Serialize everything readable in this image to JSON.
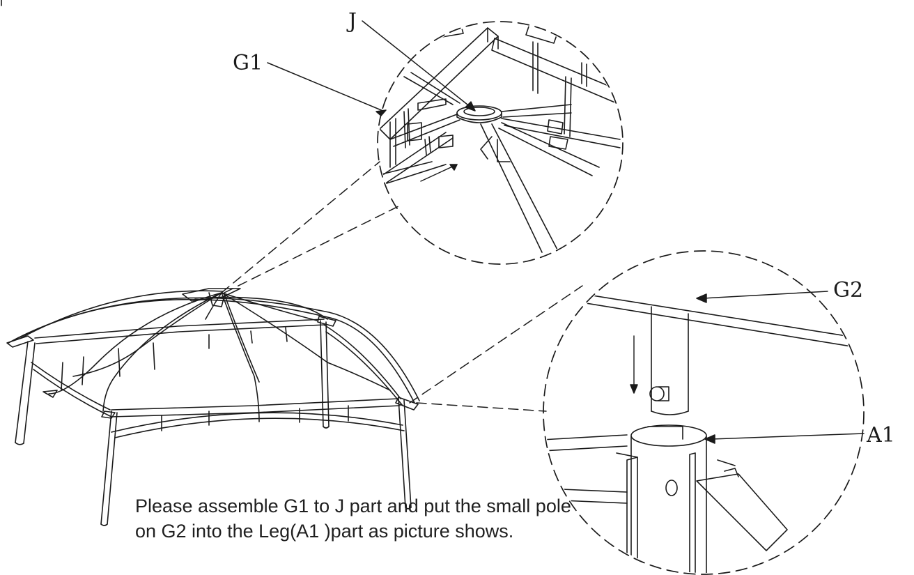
{
  "labels": {
    "g1": "G1",
    "j": "J",
    "g2": "G2",
    "a1": "A1"
  },
  "instruction": "Please assemble G1 to J part and put the small pole on G2 into the Leg(A1 )part as picture shows.",
  "colors": {
    "ink": "#1a1a1a",
    "background": "#ffffff"
  }
}
